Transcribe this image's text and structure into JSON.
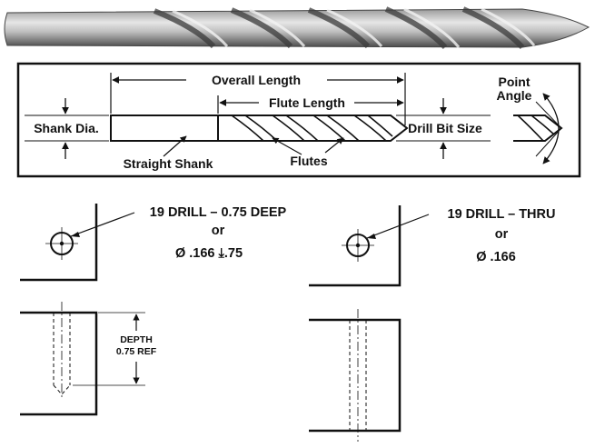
{
  "drill_bit_diagram": {
    "labels": {
      "overall_length": "Overall Length",
      "flute_length": "Flute Length",
      "shank_dia": "Shank Dia.",
      "drill_bit_size": "Drill Bit Size",
      "point_angle_line1": "Point",
      "point_angle_line2": "Angle",
      "straight_shank": "Straight Shank",
      "flutes": "Flutes"
    }
  },
  "callouts": {
    "blind": {
      "line1": "19 DRILL – 0.75 DEEP",
      "line2": "or",
      "line3": "Ø .166 ⤓.75",
      "depth_label_line1": "DEPTH",
      "depth_label_line2": "0.75 REF"
    },
    "thru": {
      "line1": "19 DRILL – THRU",
      "line2": "or",
      "line3": "Ø .166"
    }
  },
  "colors": {
    "ink": "#111111",
    "bit_light": "#d8d8d8",
    "bit_dark": "#555555"
  }
}
